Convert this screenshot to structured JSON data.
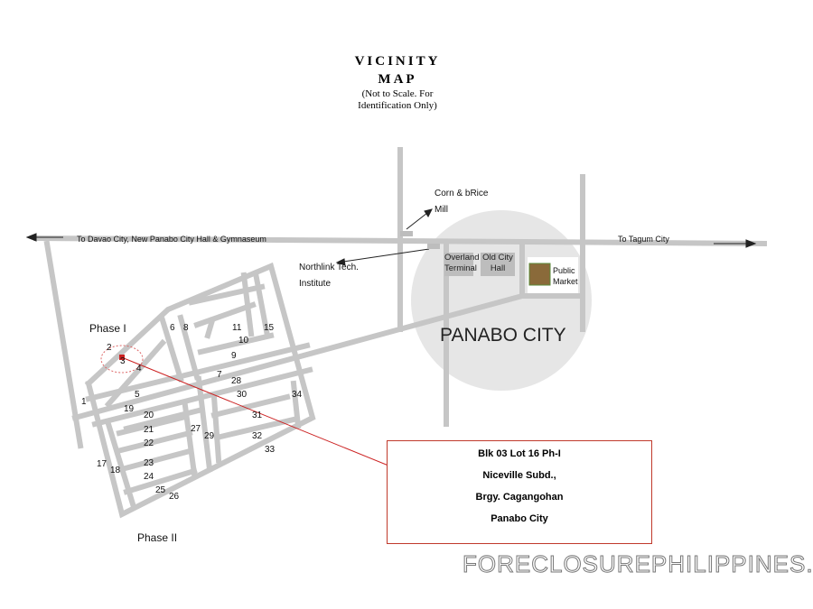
{
  "title": {
    "line1": "VICINITY",
    "line2": "MAP",
    "note": "(Not to Scale. For Identification Only)"
  },
  "roads": {
    "left_label": "To Davao City, New Panabo City Hall & Gymnaseum",
    "right_label": "To Tagum City"
  },
  "landmarks": {
    "corn_mill": "Corn & bRice Mill",
    "northlink": "Northlink Tech. Institute",
    "overland": "Overland Terminal",
    "old_city_hall": "Old City Hall",
    "public_market": "Public Market",
    "city": "PANABO CITY"
  },
  "phases": {
    "phase1": "Phase I",
    "phase2": "Phase II"
  },
  "blocks": [
    "1",
    "2",
    "3",
    "4",
    "5",
    "6",
    "7",
    "8",
    "9",
    "10",
    "11",
    "15",
    "17",
    "18",
    "19",
    "20",
    "21",
    "22",
    "23",
    "24",
    "25",
    "26",
    "27",
    "28",
    "29",
    "30",
    "31",
    "32",
    "33",
    "34"
  ],
  "address": {
    "line1": "Blk 03 Lot 16 Ph-I",
    "line2": "Niceville Subd.,",
    "line3": "Brgy. Cagangohan",
    "line4": "Panabo City"
  },
  "watermark": "FORECLOSUREPHILIPPINES.COM",
  "colors": {
    "road": "#c6c6c6",
    "city_area": "#e6e6e6",
    "marker": "#cc2222"
  }
}
